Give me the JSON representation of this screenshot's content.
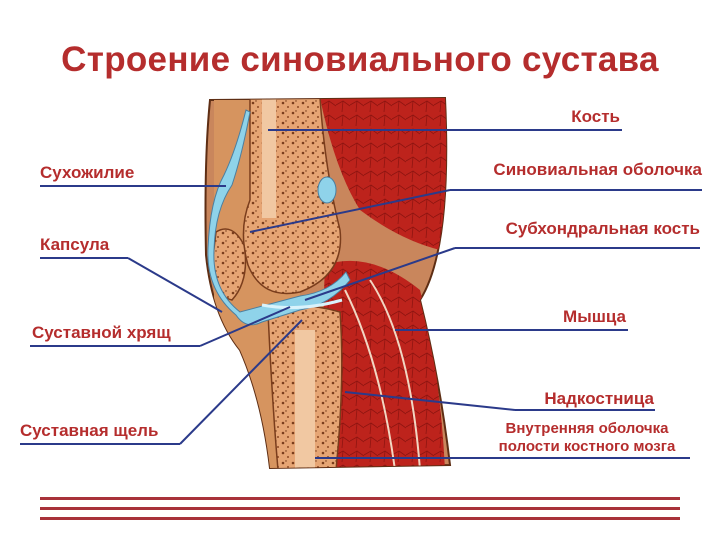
{
  "title": "Строение синовиального сустава",
  "labels": {
    "bone": "Кость",
    "synovial_membrane": "Синовиальная оболочка",
    "subchondral_bone": "Субхондральная кость",
    "muscle": "Мышца",
    "periosteum": "Надкостница",
    "marrow_lining_1": "Внутренняя оболочка",
    "marrow_lining_2": "полости костного мозга",
    "tendon": "Сухожилие",
    "capsule": "Капсула",
    "cartilage": "Суставной хрящ",
    "joint_space": "Суставная щель"
  },
  "colors": {
    "label_text": "#b52d2d",
    "leader_line": "#2b3a8a",
    "muscle": "#b8201c",
    "bone": "#d98a55",
    "synovial": "#8fd3ea",
    "skin": "#c9865c",
    "rule": "#a8323a"
  }
}
